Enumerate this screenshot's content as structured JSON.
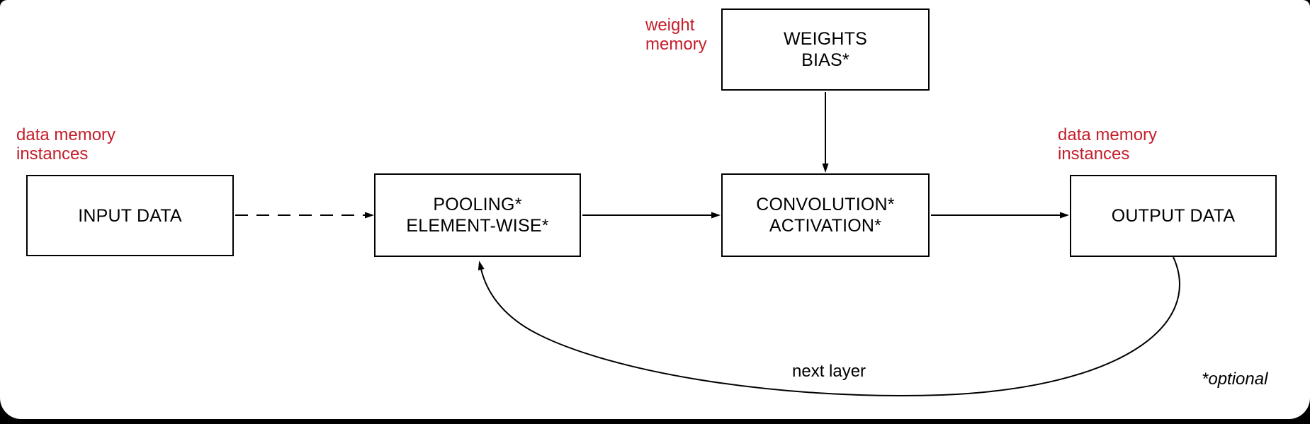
{
  "colors": {
    "page_background": "#000000",
    "canvas_surface": "#ffffff",
    "line_color": "#000000",
    "annotation_red": "#c41e2a",
    "node_text": "#000000"
  },
  "nodes": {
    "input": {
      "label": "INPUT DATA"
    },
    "pooling": {
      "line1": "POOLING*",
      "line2": "ELEMENT-WISE*"
    },
    "weights": {
      "line1": "WEIGHTS",
      "line2": "BIAS*"
    },
    "convolution": {
      "line1": "CONVOLUTION*",
      "line2": "ACTIVATION*"
    },
    "output": {
      "label": "OUTPUT DATA"
    }
  },
  "annotations": {
    "weight_memory": {
      "line1": "weight",
      "line2": "memory"
    },
    "data_memory_left": {
      "line1": "data memory",
      "line2": "instances"
    },
    "data_memory_right": {
      "line1": "data memory",
      "line2": "instances"
    },
    "next_layer_label": "next layer",
    "optional_note": "*optional"
  },
  "edges": [
    {
      "from": "INPUT DATA",
      "to": "POOLING* ELEMENT-WISE*",
      "style": "dashed"
    },
    {
      "from": "POOLING* ELEMENT-WISE*",
      "to": "CONVOLUTION* ACTIVATION*",
      "style": "solid"
    },
    {
      "from": "WEIGHTS BIAS*",
      "to": "CONVOLUTION* ACTIVATION*",
      "style": "solid"
    },
    {
      "from": "CONVOLUTION* ACTIVATION*",
      "to": "OUTPUT DATA",
      "style": "solid"
    },
    {
      "from": "OUTPUT DATA",
      "to": "POOLING* ELEMENT-WISE*",
      "style": "curved",
      "label": "next layer"
    }
  ]
}
